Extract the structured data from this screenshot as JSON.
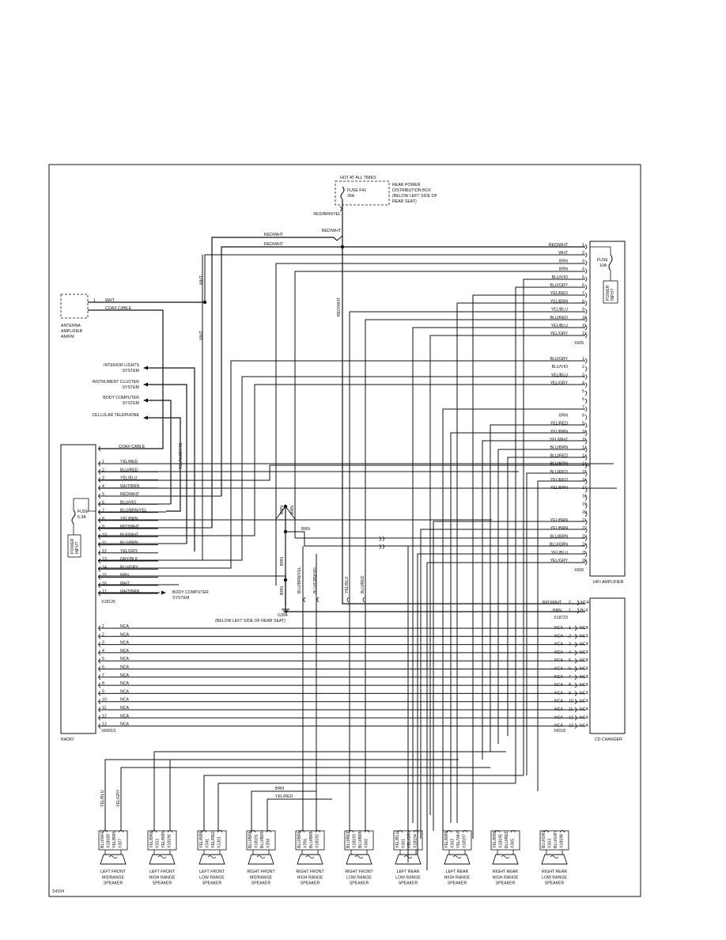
{
  "figure_id": "S4104",
  "power": {
    "hot_label": "HOT AT ALL TIMES",
    "fuse_label": "FUSE F41",
    "fuse_rating": "30A",
    "box_lines": [
      "REAR POWER",
      "DISTRIBUTION BOX",
      "(BELOW LEFT SIDE OF",
      "REAR SEAT)"
    ],
    "wire_main": "RED/BRN/YEL",
    "wire_splice": "RED/WHT",
    "feeds": [
      "RED/WHT",
      "RED/WHT"
    ],
    "vertical": "RED/WHT"
  },
  "antenna": {
    "lines": [
      "ANTENNA",
      "AMPLIFIER",
      "AM/FM"
    ],
    "pins": [
      {
        "num": "1",
        "wire": "WHT"
      },
      {
        "num": "",
        "wire": "COAX CABLE"
      }
    ],
    "whts": [
      "WHT",
      "WHT"
    ]
  },
  "systems": [
    {
      "lines": [
        "INTERIOR LIGHTS",
        "SYSTEM"
      ]
    },
    {
      "lines": [
        "INSTRUMENT CLUSTER",
        "SYSTEM"
      ]
    },
    {
      "lines": [
        "BODY COMPUTER",
        "SYSTEM"
      ]
    },
    {
      "lines": [
        "CELLULAR TELEPHONE"
      ]
    }
  ],
  "cell_wire": "BLU/BRN/YEL",
  "radio": {
    "name": "RADIO",
    "coax": "COAX CABLE",
    "conn1": "X18126",
    "conn2": "X6001S",
    "fuse_label": "FUSE",
    "fuse_rating": "6.3A",
    "power_label": [
      "POWER",
      "INPUT"
    ],
    "pins": [
      {
        "num": "1",
        "wire": "YEL/RED"
      },
      {
        "num": "2",
        "wire": "BLU/RED"
      },
      {
        "num": "3",
        "wire": "YEL/BLU"
      },
      {
        "num": "4",
        "wire": "WHT/BRN"
      },
      {
        "num": "5",
        "wire": "RED/WHT"
      },
      {
        "num": "6",
        "wire": "BLU/VIO"
      },
      {
        "num": "7",
        "wire": "BLU/BRN/YEL"
      },
      {
        "num": "8",
        "wire": "YEL/BRN"
      },
      {
        "num": "9",
        "wire": "RED/WHT"
      },
      {
        "num": "10",
        "wire": "BLK/WHT"
      },
      {
        "num": "11",
        "wire": "BLU/BRN"
      },
      {
        "num": "12",
        "wire": "YEL/GRY"
      },
      {
        "num": "13",
        "wire": "GRY/BLK"
      },
      {
        "num": "14",
        "wire": "BLU/GRY"
      },
      {
        "num": "15",
        "wire": "BRN"
      },
      {
        "num": "16",
        "wire": "WHT"
      },
      {
        "num": "17",
        "wire": "WHT/BRN"
      }
    ],
    "body_computer": [
      "BODY COMPUTER",
      "SYSTEM"
    ],
    "nca_pins": [
      "1",
      "2",
      "3",
      "4",
      "5",
      "6",
      "7",
      "8",
      "9",
      "10",
      "11",
      "12",
      "13"
    ],
    "nca": "NCA"
  },
  "ground": {
    "brn_labels": [
      "BRN",
      "BRN",
      "BRN",
      "BRN",
      "BRN"
    ],
    "name": "G304",
    "note": "(BELOW LEFT SIDE OF REAR SEAT)"
  },
  "mid_wires": [
    "BLU/BRN/YEL",
    "BLU/GRN/YEL",
    "YEL/BLU",
    "BLU/RED"
  ],
  "amp": {
    "name": "HIFI AMPLIFIER",
    "conn1": "X605",
    "conn2": "X606",
    "fuse_label": "FUSE",
    "fuse_rating": "10A",
    "power_label": [
      "POWER",
      "INPUT"
    ],
    "pins1": [
      {
        "num": "1",
        "wire": "RED/WHT"
      },
      {
        "num": "2",
        "wire": "WHT"
      },
      {
        "num": "3",
        "wire": "BRN"
      },
      {
        "num": "4",
        "wire": "BRN"
      },
      {
        "num": "5",
        "wire": "BLU/VIO"
      },
      {
        "num": "6",
        "wire": "BLU/GRY"
      },
      {
        "num": "7",
        "wire": "YEL/RED"
      },
      {
        "num": "8",
        "wire": "YEL/BRN"
      },
      {
        "num": "9",
        "wire": "YEL/BLU"
      },
      {
        "num": "10",
        "wire": "BLU/RED"
      },
      {
        "num": "11",
        "wire": "YEL/BLU"
      },
      {
        "num": "12",
        "wire": "YEL/GRY"
      }
    ],
    "pins2": [
      {
        "num": "1",
        "wire": "BLU/GRY"
      },
      {
        "num": "2",
        "wire": "BLU/VIO"
      },
      {
        "num": "3",
        "wire": "YEL/BLU"
      },
      {
        "num": "4",
        "wire": "YEL/GRY"
      },
      {
        "num": "5",
        "wire": ""
      },
      {
        "num": "6",
        "wire": ""
      },
      {
        "num": "7",
        "wire": ""
      },
      {
        "num": "8",
        "wire": "BRN"
      },
      {
        "num": "9",
        "wire": "YEL/RED"
      },
      {
        "num": "10",
        "wire": "YEL/BRN"
      },
      {
        "num": "11",
        "wire": "YEL/WHT"
      },
      {
        "num": "12",
        "wire": "BLU/BRN"
      },
      {
        "num": "13",
        "wire": "BLU/RED"
      },
      {
        "num": "14",
        "wire": "BLU/BRN"
      },
      {
        "num": "15",
        "wire": "BLU/RED"
      },
      {
        "num": "16",
        "wire": "YEL/RED"
      },
      {
        "num": "17",
        "wire": "YEL/BRN"
      },
      {
        "num": "18",
        "wire": ""
      },
      {
        "num": "19",
        "wire": ""
      },
      {
        "num": "20",
        "wire": ""
      },
      {
        "num": "21",
        "wire": "YEL/BRN"
      },
      {
        "num": "22",
        "wire": "YEL/BRN"
      },
      {
        "num": "23",
        "wire": "BLU/BRN"
      },
      {
        "num": "24",
        "wire": "BLU/GRN"
      },
      {
        "num": "25",
        "wire": "YEL/BLU"
      },
      {
        "num": "26",
        "wire": "YEL/GRY"
      }
    ]
  },
  "changer": {
    "name": "CD CHANGER",
    "conn1": "X18723",
    "conn2": "X6018",
    "top_pins": [
      {
        "num": "2",
        "wire": "RED/WHT",
        "sym": "NCA"
      },
      {
        "num": "1",
        "wire": "BRN",
        "sym": "BLK"
      }
    ],
    "nca_pins": [
      "1",
      "2",
      "3",
      "4",
      "5",
      "6",
      "7",
      "8",
      "9",
      "10",
      "11",
      "12",
      "13"
    ],
    "nca": "NCA"
  },
  "bottom_wires": {
    "brn": "BRN",
    "yelred": "YEL/RED",
    "yelblu": "YEL/BLU",
    "yelgry": "YEL/GRY"
  },
  "speakers": [
    {
      "lines": [
        "LEFT FRONT",
        "MIDRANGE",
        "SPEAKER"
      ],
      "codes": [
        "BLU/WHT",
        "X18189",
        "YEL/BRN",
        "X307"
      ]
    },
    {
      "lines": [
        "LEFT FRONT",
        "HIGH RANGE",
        "SPEAKER"
      ],
      "codes": [
        "YEL/BRN",
        "X353",
        "YEL/BRN",
        "X18196"
      ]
    },
    {
      "lines": [
        "LEFT FRONT",
        "LOW RANGE",
        "SPEAKER"
      ],
      "codes": [
        "YEL/BRN",
        "X341",
        "YEL/RED",
        "X1301"
      ]
    },
    {
      "lines": [
        "RIGHT FRONT",
        "MIDRANGE",
        "SPEAKER"
      ],
      "codes": [
        "BLU/BRN",
        "X18191",
        "BLU/BRN",
        "X358"
      ]
    },
    {
      "lines": [
        "RIGHT FRONT",
        "HIGH RANGE",
        "SPEAKER"
      ],
      "codes": [
        "BLU/BRN",
        "X356",
        "BLU/BRN",
        "X18192"
      ]
    },
    {
      "lines": [
        "RIGHT FRONT",
        "LOW RANGE",
        "SPEAKER"
      ],
      "codes": [
        "BLU/RED",
        "X18193",
        "BLU/BRN",
        "X360"
      ]
    },
    {
      "lines": [
        "LEFT REAR",
        "LOW RANGE",
        "SPEAKER"
      ],
      "codes": [
        "YEL/BLU",
        "X361",
        "YEL/GRY",
        "X18194"
      ]
    },
    {
      "lines": [
        "LEFT REAR",
        "HIGH RANGE",
        "SPEAKER"
      ],
      "codes": [
        "YEL/BRN",
        "X362",
        "YEL/WHT",
        "X18197"
      ]
    },
    {
      "lines": [
        "RIGHT REAR",
        "HIGH RANGE",
        "SPEAKER"
      ],
      "codes": [
        "YEL/BRN",
        "X18195",
        "BLU/RED",
        "X365"
      ]
    },
    {
      "lines": [
        "RIGHT REAR",
        "LOW RANGE",
        "SPEAKER"
      ],
      "codes": [
        "BLU/GRY",
        "X363",
        "BLU/GRY",
        "X18198"
      ]
    }
  ]
}
